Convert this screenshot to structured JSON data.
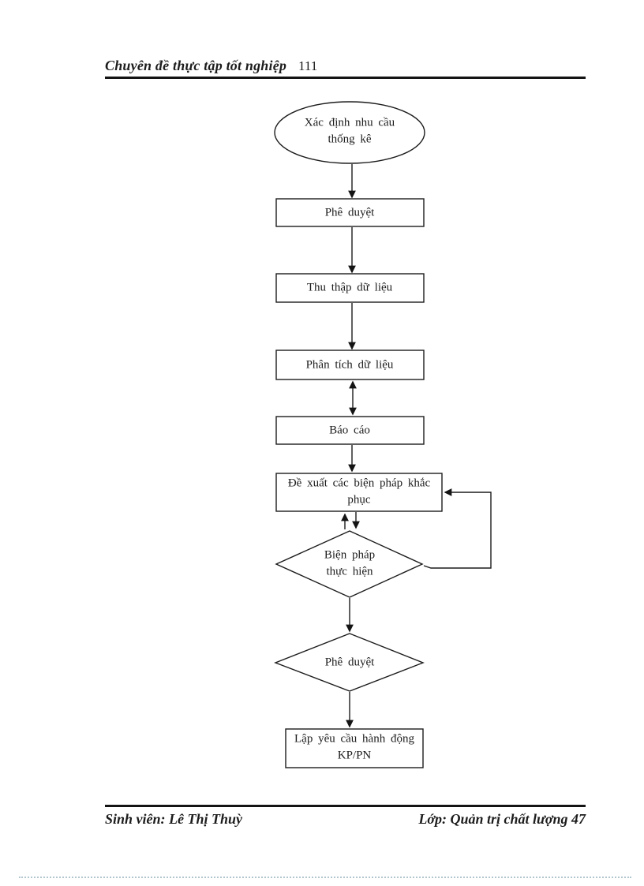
{
  "page": {
    "header": {
      "title": "Chuyên đề thực tập tốt nghiệp",
      "page_number": "111"
    },
    "footer": {
      "left": "Sinh viên: Lê Thị Thuỳ",
      "right": "Lớp: Quản trị chất lượng 47"
    }
  },
  "flowchart": {
    "nodes": [
      {
        "id": "define-needs",
        "type": "ellipse",
        "label": "Xác định nhu cầu thống kê"
      },
      {
        "id": "approve-1",
        "type": "process",
        "label": "Phê duyệt"
      },
      {
        "id": "collect-data",
        "type": "process",
        "label": "Thu thập dữ liệu"
      },
      {
        "id": "analyze-data",
        "type": "process",
        "label": "Phân tích dữ liệu"
      },
      {
        "id": "report",
        "type": "process",
        "label": "Báo cáo"
      },
      {
        "id": "propose-actions",
        "type": "process",
        "label": "Đề xuất các biện pháp khắc phục"
      },
      {
        "id": "implement-measures",
        "type": "decision",
        "label": "Biện pháp thực hiện"
      },
      {
        "id": "approve-2",
        "type": "decision",
        "label": "Phê duyệt"
      },
      {
        "id": "action-request",
        "type": "process",
        "label": "Lập yêu cầu hành động KP/PN"
      }
    ],
    "connections": [
      {
        "from": "define-needs",
        "to": "approve-1",
        "style": "arrow-down"
      },
      {
        "from": "approve-1",
        "to": "collect-data",
        "style": "arrow-down"
      },
      {
        "from": "collect-data",
        "to": "analyze-data",
        "style": "arrow-down"
      },
      {
        "from": "analyze-data",
        "to": "report",
        "style": "arrow-double-headed"
      },
      {
        "from": "report",
        "to": "propose-actions",
        "style": "arrow-down"
      },
      {
        "from": "propose-actions",
        "to": "implement-measures",
        "style": "arrow-pair-down-and-up"
      },
      {
        "from": "implement-measures",
        "to": "approve-2",
        "style": "arrow-down"
      },
      {
        "from": "approve-2",
        "to": "action-request",
        "style": "arrow-down"
      },
      {
        "from": "implement-measures",
        "to": "propose-actions",
        "style": "feedback-loop-right-side"
      }
    ]
  },
  "colors": {
    "ink": "#1c1c1c",
    "page_background": "#ffffff",
    "dotted_guide": "#9fb8c2"
  }
}
